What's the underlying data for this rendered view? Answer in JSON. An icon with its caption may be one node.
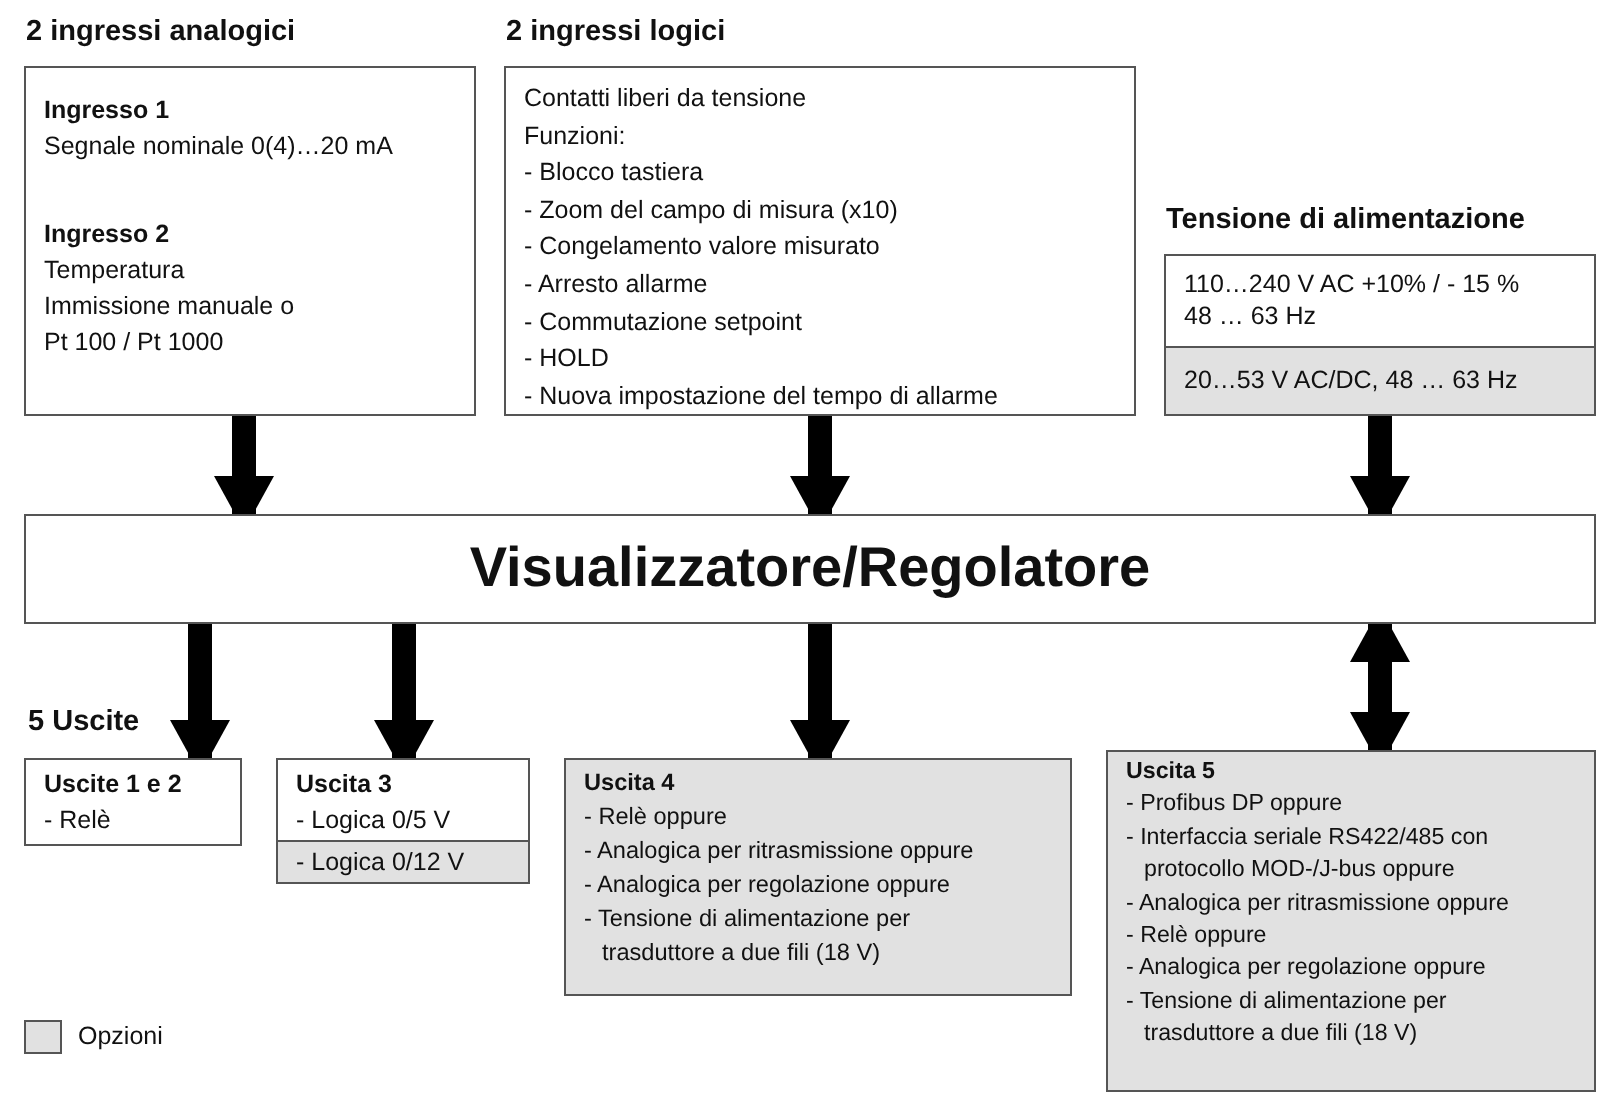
{
  "diagram": {
    "nodes": [
      {
        "text": [
          "2 ingressi analogici",
          "Ingresso 1",
          "Segnale nominale 0(4)…20 mA",
          "Ingresso 2",
          "Temperatura",
          "Immissione manuale o",
          "Pt 100 / Pt 1000"
        ]
      },
      {
        "text": [
          "2 ingressi logici",
          "Contatti liberi da tensione",
          "Funzioni:",
          "- Blocco tastiera",
          "- Zoom del campo di misura (x10)",
          "- Congelamento valore misurato",
          "- Arresto allarme",
          "- Commutazione setpoint",
          "- HOLD",
          "- Nuova impostazione del tempo di allarme"
        ]
      },
      {
        "text": [
          "Tensione di alimentazione"
        ]
      },
      {
        "text": [
          "110…240 V AC +10% / - 15 %",
          "48 … 63 Hz"
        ],
        "in": 2
      },
      {
        "text": [
          "20…53 V AC/DC, 48 … 63 Hz"
        ],
        "in": 2
      },
      {
        "text": [
          "Visualizzatore/Regolatore"
        ]
      },
      {
        "text": [
          "Uscite 1 e 2",
          "- Relè"
        ]
      },
      {
        "text": [
          "Uscita 3",
          "- Logica 0/5 V"
        ]
      },
      {
        "text": [
          "- Logica 0/12 V"
        ],
        "in": 7
      },
      {
        "text": [
          "Uscita 4",
          "- Relè oppure",
          "- Analogica per ritrasmissione oppure",
          "- Analogica per regolazione oppure",
          "- Tensione di alimentazione per trasduttore a due fili (18 V)"
        ]
      },
      {
        "text": [
          "Uscita 5",
          "- Profibus DP oppure",
          "- Interfaccia seriale RS422/485 con protocollo MOD-/J-bus oppure",
          "- Analogica per ritrasmissione oppure",
          "- Relè oppure",
          "- Analogica per regolazione oppure",
          "- Tensione di alimentazione per trasduttore a due fili (18 V)"
        ]
      }
    ],
    "edges": [
      {
        "from": 0,
        "to": 5,
        "arrow": "to"
      },
      {
        "from": 1,
        "to": 5,
        "arrow": "to"
      },
      {
        "from": 2,
        "to": 5,
        "arrow": "to"
      },
      {
        "from": 5,
        "to": 6,
        "arrow": "to"
      },
      {
        "from": 5,
        "to": 7,
        "arrow": "to"
      },
      {
        "from": 5,
        "to": 9,
        "arrow": "to"
      },
      {
        "from": 5,
        "to": 10,
        "arrow": "both"
      }
    ],
    "labels": [
      "5 Uscite"
    ],
    "legend": [
      {
        "text": "Opzioni",
        "color": "#e1e1e1"
      }
    ]
  }
}
